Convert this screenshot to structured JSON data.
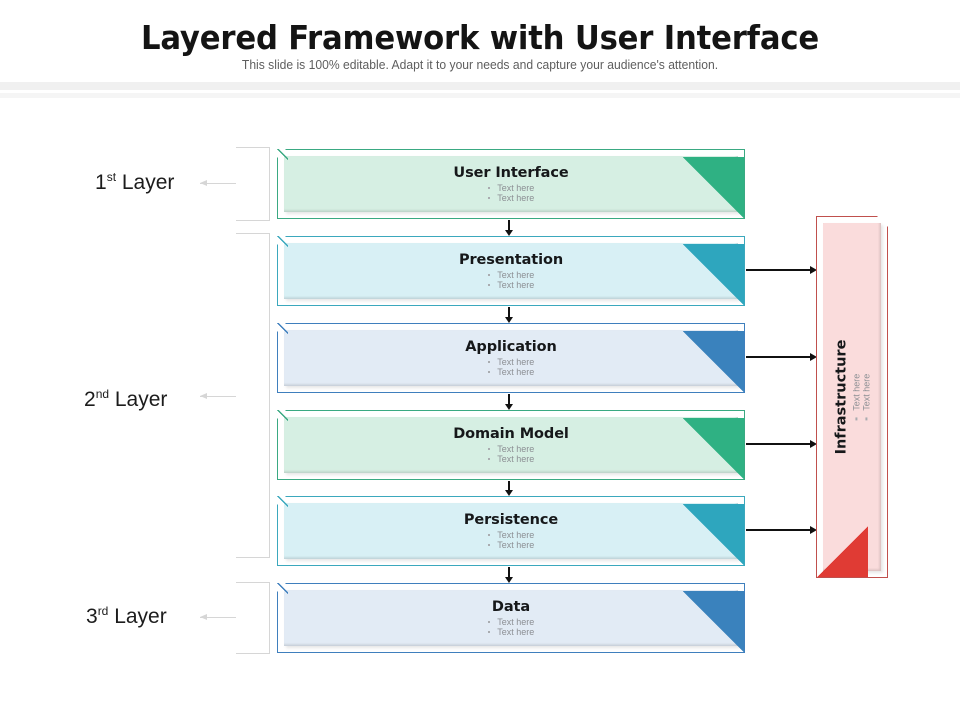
{
  "header": {
    "title": "Layered Framework with User Interface",
    "subtitle": "This slide is 100% editable. Adapt it to your needs and capture your audience's attention."
  },
  "layer_labels": [
    {
      "id": "layer-1",
      "ordinal": "1",
      "suffix": "st",
      "word": " Layer"
    },
    {
      "id": "layer-2",
      "ordinal": "2",
      "suffix": "nd",
      "word": " Layer"
    },
    {
      "id": "layer-3",
      "ordinal": "3",
      "suffix": "rd",
      "word": " Layer"
    }
  ],
  "boxes": [
    {
      "id": "user-interface",
      "title": "User Interface",
      "bullets": [
        "Text here",
        "Text here"
      ],
      "fill": "#d6efe3",
      "border": "#3aa982",
      "accent": "#2fb183",
      "has_right_arrow": false
    },
    {
      "id": "presentation",
      "title": "Presentation",
      "bullets": [
        "Text here",
        "Text here"
      ],
      "fill": "#d8f0f5",
      "border": "#3ba8bd",
      "accent": "#2ea6be",
      "has_right_arrow": true
    },
    {
      "id": "application",
      "title": "Application",
      "bullets": [
        "Text here",
        "Text here"
      ],
      "fill": "#e2ebf5",
      "border": "#3f7fbd",
      "accent": "#3a82bd",
      "has_right_arrow": true
    },
    {
      "id": "domain-model",
      "title": "Domain Model",
      "bullets": [
        "Text here",
        "Text here"
      ],
      "fill": "#d6efe3",
      "border": "#3aa982",
      "accent": "#2fb183",
      "has_right_arrow": true
    },
    {
      "id": "persistence",
      "title": "Persistence",
      "bullets": [
        "Text here",
        "Text here"
      ],
      "fill": "#d8f0f5",
      "border": "#3ba8bd",
      "accent": "#2ea6be",
      "has_right_arrow": true
    },
    {
      "id": "data",
      "title": "Data",
      "bullets": [
        "Text here",
        "Text here"
      ],
      "fill": "#e2ebf5",
      "border": "#3f7fbd",
      "accent": "#3a82bd",
      "has_right_arrow": false
    }
  ],
  "infrastructure": {
    "title": "Infrastructure",
    "bullets": [
      "Text here",
      "Text here"
    ],
    "fill": "#fadcdc",
    "border": "#c0504d",
    "accent": "#e03b34"
  },
  "colors": {
    "green_accent": "#2fb183",
    "teal_accent": "#2ea6be",
    "blue_accent": "#3a82bd",
    "red_accent": "#e03b34",
    "arrow": "#111111",
    "bracket": "#d6d6d6",
    "header_band": "#f0f0f0"
  }
}
